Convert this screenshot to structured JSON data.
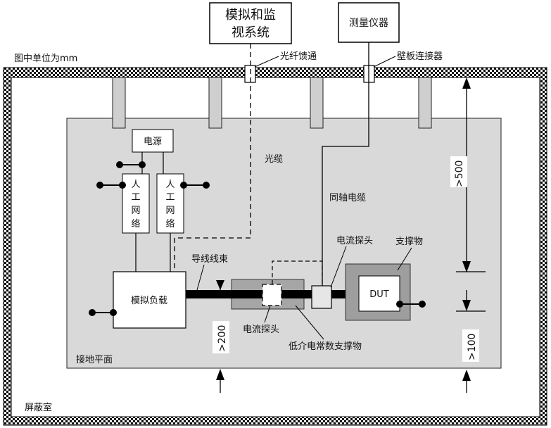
{
  "labels": {
    "units_note": "图中单位为mm",
    "monitor_line1": "模拟和监",
    "monitor_line2": "视系统",
    "instrument": "测量仪器",
    "fiber_feedthrough": "光纤馈通",
    "bulkhead_connector": "壁板连接器",
    "power": "电源",
    "lisn_a": [
      "人",
      "工",
      "网",
      "络"
    ],
    "lisn_b": [
      "人",
      "工",
      "网",
      "络"
    ],
    "optical_cable": "光缆",
    "coax_cable": "同轴电缆",
    "current_probe_top": "电流探头",
    "support": "支撑物",
    "harness": "导线线束",
    "simulated_load": "模拟负载",
    "dut": "DUT",
    "current_probe_bottom": "电流探头",
    "low_dielectric_support": "低介电常数支撑物",
    "ground_plane": "接地平面",
    "shielded_room": "屏蔽室",
    "dim_500": ">500",
    "dim_200": ">200",
    "dim_100": ">100"
  },
  "colors": {
    "ground_plane": "#d9d9d9",
    "wall_hatch": "#000000",
    "harness": "#000000",
    "support_outer": "#9e9e9e",
    "probe_fill": "#e6e6e6"
  }
}
